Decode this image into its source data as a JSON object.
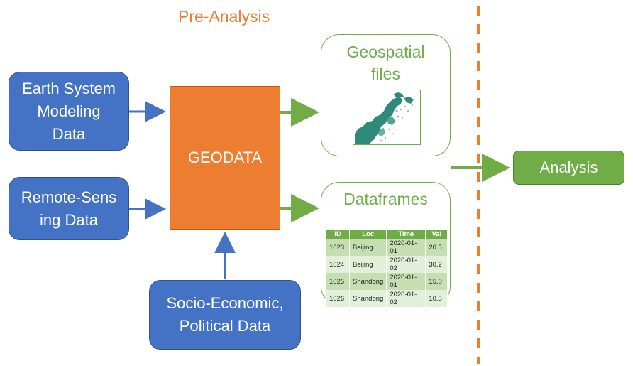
{
  "phase_title": "Pre-Analysis",
  "sources": {
    "earth_system": [
      "Earth System",
      "Modeling",
      "Data"
    ],
    "remote_sensing": [
      "Remote-Sens",
      "ing Data"
    ],
    "socio_economic": [
      "Socio-Economic,",
      "Political Data"
    ]
  },
  "hub_label": "GEODATA",
  "outputs": {
    "geospatial": {
      "title_lines": [
        "Geospatial",
        "files"
      ],
      "map_icon": "map-thumbnail-icon"
    },
    "dataframes": {
      "title": "Dataframes",
      "columns": [
        "ID",
        "Loc",
        "Time",
        "Val"
      ],
      "rows": [
        [
          "1023",
          "Beijing",
          "2020-01-01",
          "20.5"
        ],
        [
          "1024",
          "Beijing",
          "2020-01-02",
          "30.2"
        ],
        [
          "1025",
          "Shandong",
          "2020-01-01",
          "15.0"
        ],
        [
          "1026",
          "Shandong",
          "2020-01-02",
          "10.5"
        ]
      ]
    }
  },
  "analysis_label": "Analysis",
  "colors": {
    "source_blue": "#4472C4",
    "hub_orange": "#ED7D31",
    "output_green": "#70AD47",
    "divider_orange": "#ED7D31"
  }
}
